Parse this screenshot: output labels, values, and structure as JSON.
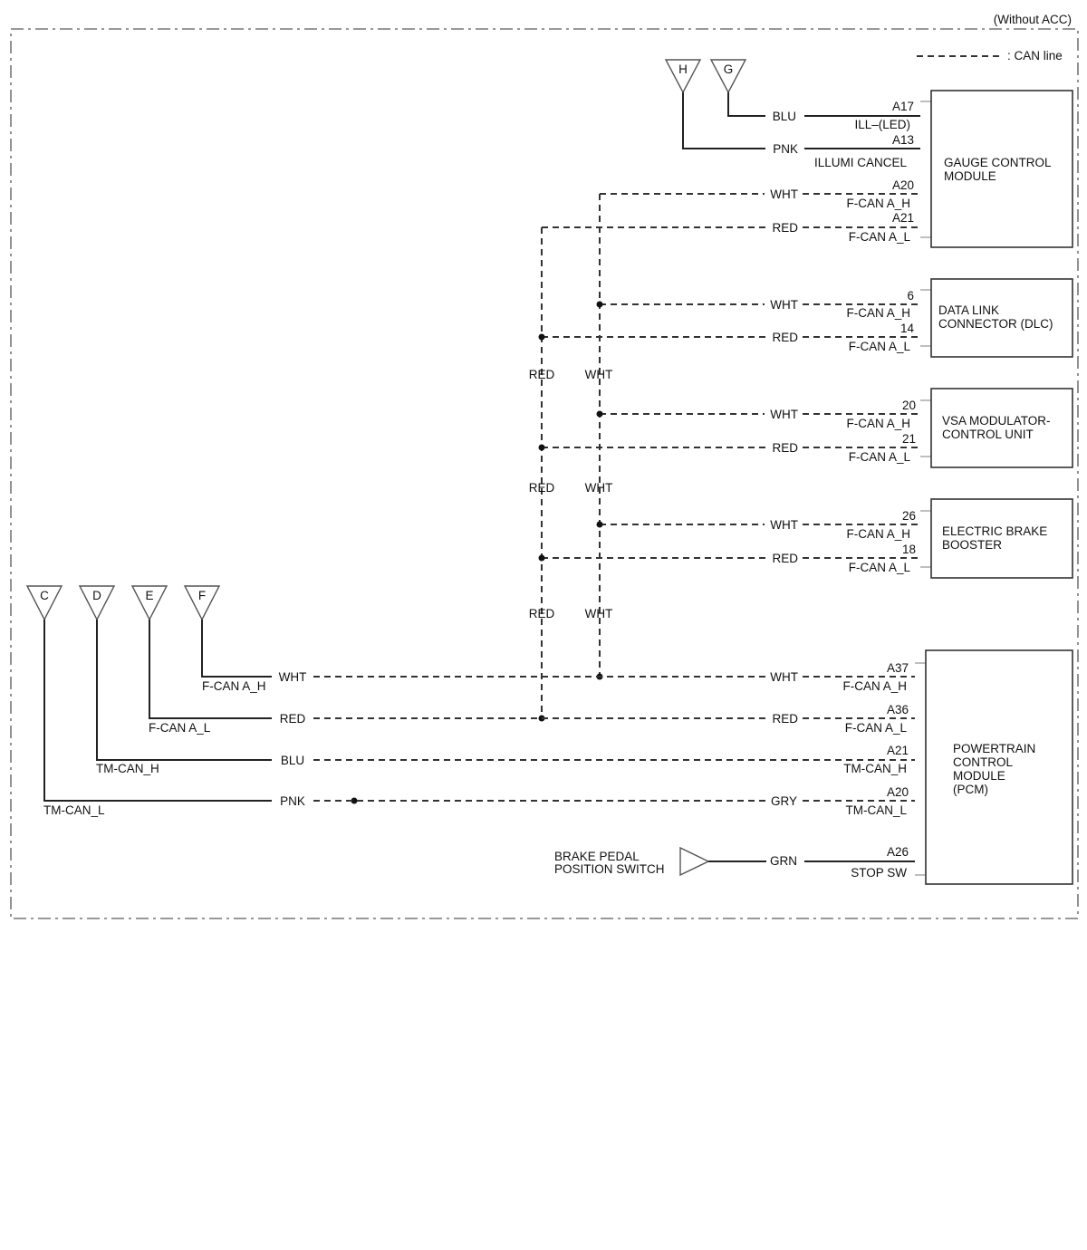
{
  "variant_label": "(Without ACC)",
  "legend": {
    "text": ": CAN line"
  },
  "connectors_top": [
    "H",
    "G"
  ],
  "connectors_left": [
    "C",
    "D",
    "E",
    "F"
  ],
  "modules": {
    "gauge": {
      "line1": "GAUGE CONTROL",
      "line2": "MODULE"
    },
    "dlc": {
      "line1": "DATA LINK",
      "line2": "CONNECTOR (DLC)"
    },
    "vsa": {
      "line1": "VSA MODULATOR-",
      "line2": "CONTROL UNIT"
    },
    "ebb": {
      "line1": "ELECTRIC BRAKE",
      "line2": "BOOSTER"
    },
    "pcm": {
      "line1": "POWERTRAIN",
      "line2": "CONTROL",
      "line3": "MODULE",
      "line4": "(PCM)"
    }
  },
  "gauge_pins": [
    {
      "pin": "A17",
      "signal": "ILL–(LED)",
      "wire": "BLU"
    },
    {
      "pin": "A13",
      "signal": "ILLUMI CANCEL",
      "wire": "PNK"
    },
    {
      "pin": "A20",
      "signal": "F-CAN A_H",
      "wire": "WHT"
    },
    {
      "pin": "A21",
      "signal": "F-CAN A_L",
      "wire": "RED"
    }
  ],
  "dlc_pins": [
    {
      "pin": "6",
      "signal": "F-CAN A_H",
      "wire": "WHT"
    },
    {
      "pin": "14",
      "signal": "F-CAN A_L",
      "wire": "RED"
    }
  ],
  "vsa_pins": [
    {
      "pin": "20",
      "signal": "F-CAN A_H",
      "wire": "WHT"
    },
    {
      "pin": "21",
      "signal": "F-CAN A_L",
      "wire": "RED"
    }
  ],
  "ebb_pins": [
    {
      "pin": "26",
      "signal": "F-CAN A_H",
      "wire": "WHT"
    },
    {
      "pin": "18",
      "signal": "F-CAN A_L",
      "wire": "RED"
    }
  ],
  "pcm_pins": [
    {
      "pin": "A37",
      "signal": "F-CAN A_H",
      "wire": "WHT"
    },
    {
      "pin": "A36",
      "signal": "F-CAN A_L",
      "wire": "RED"
    },
    {
      "pin": "A21",
      "signal": "TM-CAN_H",
      "wire": "BLU"
    },
    {
      "pin": "A20",
      "signal": "TM-CAN_L",
      "wire": "GRY"
    },
    {
      "pin": "A26",
      "signal": "STOP SW",
      "wire": "GRN"
    }
  ],
  "left_wires": [
    {
      "signal": "F-CAN A_H",
      "wire": "WHT"
    },
    {
      "signal": "F-CAN A_L",
      "wire": "RED"
    },
    {
      "signal": "TM-CAN_H",
      "wire": "BLU"
    },
    {
      "signal": "TM-CAN_L",
      "wire": "PNK"
    }
  ],
  "vertical_bus_labels": {
    "red": "RED",
    "wht": "WHT"
  },
  "brake_switch": {
    "line1": "BRAKE PEDAL",
    "line2": "POSITION SWITCH"
  }
}
